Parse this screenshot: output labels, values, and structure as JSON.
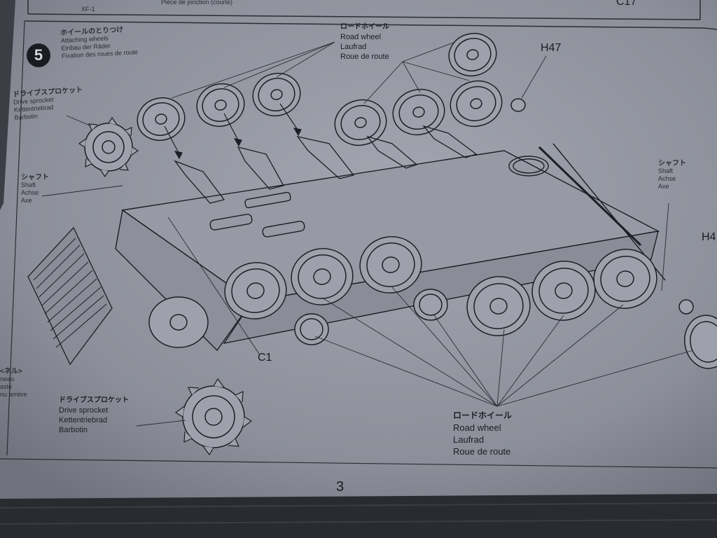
{
  "step": {
    "number": "5",
    "title_jp": "ホイールのとりつけ",
    "title_en": "Attaching wheels",
    "title_de": "Einbau der Räder",
    "title_fr": "Fixation des roues de route"
  },
  "top_fragments": {
    "left_code": "XF-1",
    "center_text": "Pièce de jonction (courte)",
    "right_code": "C17"
  },
  "labels": {
    "road_wheel_top": {
      "jp": "ロードホイール",
      "en": "Road wheel",
      "de": "Laufrad",
      "fr": "Roue de route"
    },
    "road_wheel_bottom": {
      "jp": "ロードホイール",
      "en": "Road wheel",
      "de": "Laufrad",
      "fr": "Roue de route"
    },
    "sprocket_left": {
      "jp": "ドライブスプロケット",
      "en": "Drive sprocket",
      "de": "Kettentriebrad",
      "fr": "Barbotin"
    },
    "sprocket_bottom": {
      "jp": "ドライブスプロケット",
      "en": "Drive sprocket",
      "de": "Kettentriebrad",
      "fr": "Barbotin"
    },
    "shaft_left": {
      "jp": "シャフト",
      "en": "Shaft",
      "de": "Achse",
      "fr": "Axe"
    },
    "shaft_right": {
      "jp": "シャフト",
      "en": "Shaft",
      "de": "Achse",
      "fr": "Axe"
    },
    "panel_left": {
      "jp": "<ネル>",
      "l1": "neau",
      "l2": "aste",
      "l3": "nu arrière"
    }
  },
  "part_numbers": {
    "h47": "H47",
    "c1": "C1",
    "h_right": "H4"
  },
  "page_number": "3",
  "colors": {
    "paper": "#8f929c",
    "paper_light": "#9a9da7",
    "ink": "#1c1d24",
    "background": "#4a4d57"
  }
}
